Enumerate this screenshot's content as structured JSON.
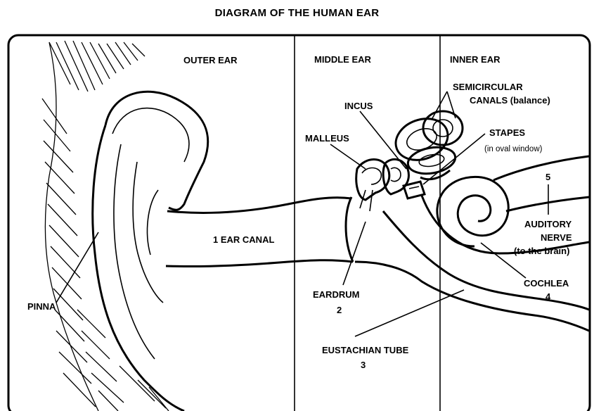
{
  "title": "DIAGRAM OF THE HUMAN EAR",
  "sections": {
    "outer": "OUTER EAR",
    "middle": "MIDDLE EAR",
    "inner": "INNER EAR"
  },
  "labels": {
    "semicircular_1": "SEMICIRCULAR",
    "semicircular_2": "CANALS  (balance)",
    "incus": "INCUS",
    "stapes": "STAPES",
    "stapes_note": "(in oval window)",
    "malleus": "MALLEUS",
    "nerve_num": "5",
    "nerve_1": "AUDITORY",
    "nerve_2": "NERVE",
    "nerve_3": "(to the brain)",
    "ear_canal": "1 EAR CANAL",
    "eardrum": "EARDRUM",
    "eardrum_num": "2",
    "cochlea": "COCHLEA",
    "cochlea_num": "4",
    "pinna": "PINNA",
    "eustachian": "EUSTACHIAN TUBE",
    "eustachian_num": "3"
  }
}
